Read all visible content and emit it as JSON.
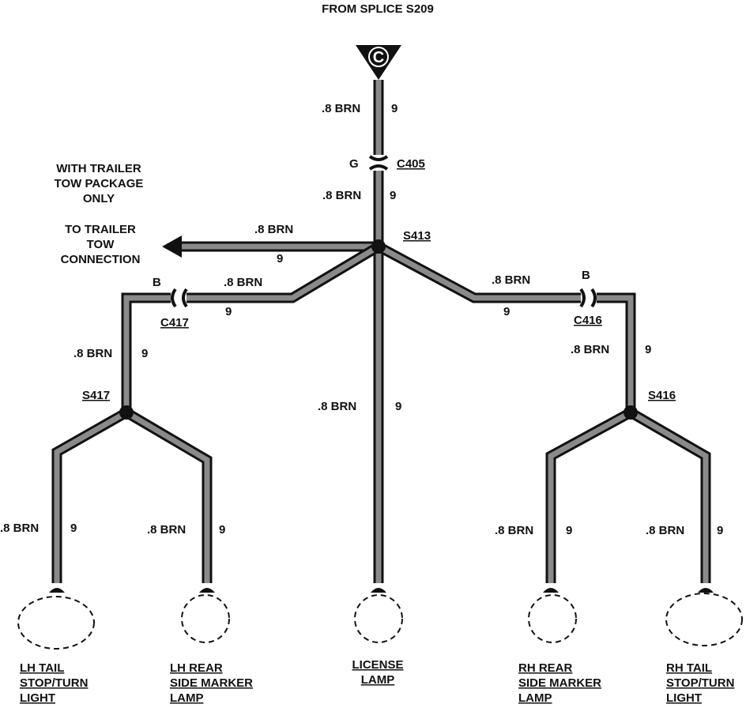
{
  "title": "FROM SPLICE S209",
  "connector_letter": "C",
  "note": [
    "WITH TRAILER",
    "TOW PACKAGE",
    "ONLY"
  ],
  "trailer": [
    "TO TRAILER",
    "TOW",
    "CONNECTION"
  ],
  "wire_color": ".8 BRN",
  "circuit": "9",
  "connectors": {
    "c405": "C405",
    "c405_pin": "G",
    "c417": "C417",
    "c417_pin": "B",
    "c416": "C416",
    "c416_pin": "B"
  },
  "splices": {
    "s413": "S413",
    "s417": "S417",
    "s416": "S416"
  },
  "components": {
    "lh_tail": [
      "LH TAIL",
      "STOP/TURN",
      "LIGHT"
    ],
    "lh_marker": [
      "LH REAR",
      "SIDE MARKER",
      "LAMP"
    ],
    "license": [
      "LICENSE",
      "LAMP"
    ],
    "rh_marker": [
      "RH REAR",
      "SIDE MARKER",
      "LAMP"
    ],
    "rh_tail": [
      "RH TAIL",
      "STOP/TURN",
      "LIGHT"
    ]
  }
}
